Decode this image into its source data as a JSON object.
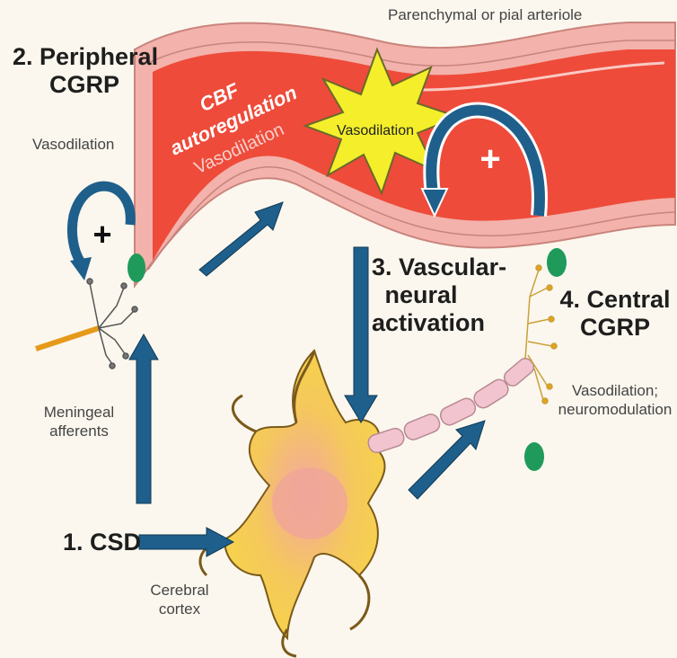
{
  "top_label": "Parenchymal or pial arteriole",
  "vessel": {
    "title_line1": "CBF",
    "title_line2": "autoregulation",
    "subtitle": "Vasodilation",
    "burst_label": "Vasodilation",
    "plus_symbol": "+"
  },
  "step1": {
    "title": "1. CSD"
  },
  "step2": {
    "title_line1": "2.  Peripheral",
    "title_line2": "CGRP",
    "effect": "Vasodilation",
    "plus_symbol": "+"
  },
  "step3": {
    "title_line1": "3. Vascular-",
    "title_line2": "neural",
    "title_line3": "activation"
  },
  "step4": {
    "title_line1": "4. Central",
    "title_line2": "CGRP",
    "effect_line1": "Vasodilation;",
    "effect_line2": "neuromodulation"
  },
  "afferents_label_line1": "Meningeal",
  "afferents_label_line2": "afferents",
  "cortex_label_line1": "Cerebral",
  "cortex_label_line2": "cortex",
  "colors": {
    "vessel_red": "#ee4b3a",
    "vessel_wall": "#f3b2ab",
    "arrow_blue": "#1f5f8b",
    "burst_yellow": "#f4ef2a",
    "neuron_yellow": "#f6d34a",
    "receptor_green": "#1f9a5a",
    "axon_pink": "#f2c4cf"
  }
}
